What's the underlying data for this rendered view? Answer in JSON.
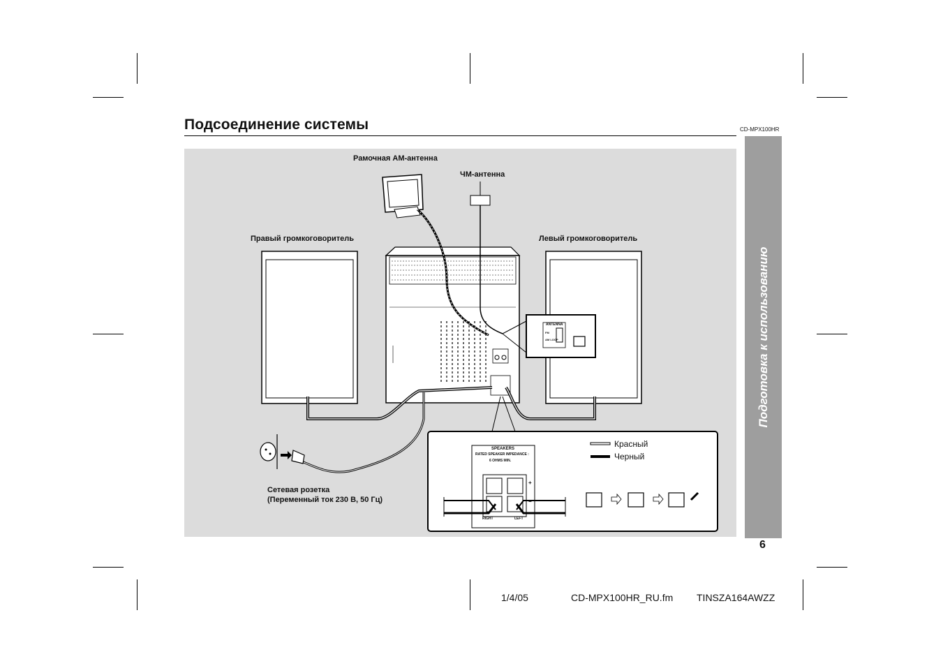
{
  "header": {
    "title": "Подсоединение системы",
    "model_code": "CD-MPX100HR"
  },
  "side_tab": {
    "label": "Подготовка к использованию"
  },
  "page_number": "6",
  "labels": {
    "am_antenna": "Рамочная АМ-антенна",
    "fm_antenna": "ЧМ-антенна",
    "right_speaker": "Правый громкоговоритель",
    "left_speaker": "Левый громкоговоритель",
    "outlet_line1": "Сетевая розетка",
    "outlet_line2": "(Переменный ток 230 В, 50 Гц)"
  },
  "legend": {
    "red": "Красный",
    "black": "Черный"
  },
  "panel_text": {
    "antenna": "ANTENNA",
    "fm": "FM",
    "am_loop": "AM LOOP",
    "speakers": "SPEAKERS",
    "impedance_line1": "RATED SPEAKER IMPEDANCE :",
    "impedance_line2": "6 OHMS MIN.",
    "right": "RIGHT",
    "left": "LEFT",
    "plus": "+",
    "minus": "−"
  },
  "footer": {
    "date": "1/4/05",
    "file": "CD-MPX100HR_RU.fm",
    "code": "TINSZA164AWZZ"
  },
  "colors": {
    "diagram_bg": "#dcdcdc",
    "side_tab_bg": "#9e9e9e",
    "side_tab_text": "#ffffff"
  }
}
